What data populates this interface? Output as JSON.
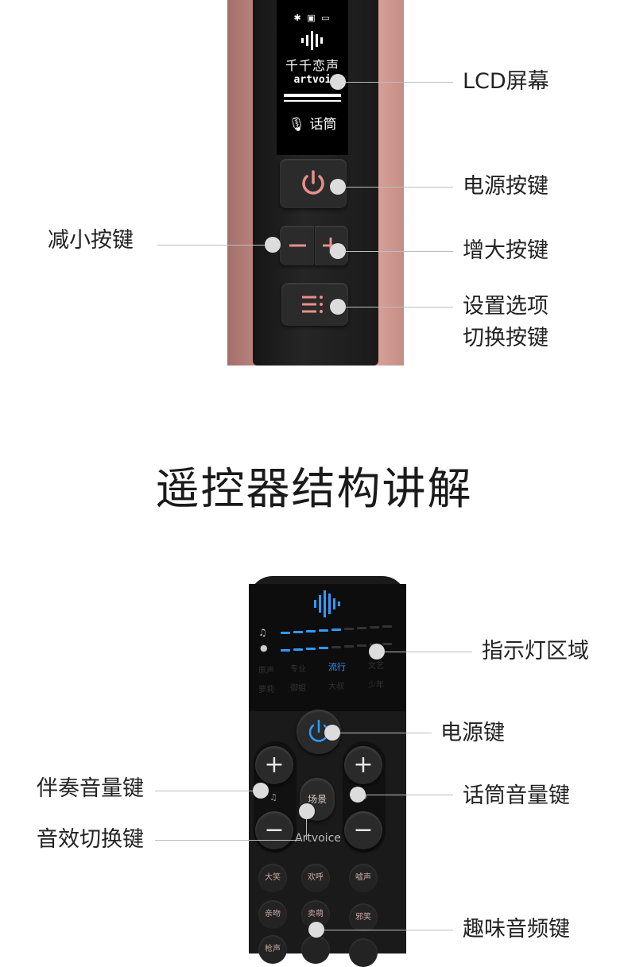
{
  "colors": {
    "accent_blue": "#2f9bff",
    "pink_accent": "#e8908a",
    "line_gray": "#bdbdbd"
  },
  "microphone": {
    "screen": {
      "status_icons": [
        "bluetooth-icon",
        "play-box-icon",
        "battery-icon"
      ],
      "brand_cn": "千千恋声",
      "brand_en": "artvoi",
      "mode_icon": "microphone-icon",
      "mode_label": "话筒"
    },
    "labels": {
      "lcd": "LCD屏幕",
      "power": "电源按键",
      "decrease": "减小按键",
      "increase": "增大按键",
      "settings_line1": "设置选项",
      "settings_line2": "切换按键"
    }
  },
  "section_title": "遥控器结构讲解",
  "remote": {
    "indicator": {
      "rows_icons": [
        "music-note-icon",
        "microphone-icon"
      ],
      "modes": [
        "流行"
      ],
      "modes_dim": [
        "原声",
        "专业",
        "文艺",
        "萝莉",
        "御姐",
        "大叔",
        "少年"
      ]
    },
    "center_key": "场景",
    "brand": "Artvoice",
    "fun_keys": [
      "大笑",
      "欢呼",
      "嘘声",
      "亲吻",
      "卖萌",
      "邪笑",
      "枪声",
      "",
      ""
    ],
    "labels": {
      "indicator": "指示灯区域",
      "power": "电源键",
      "accompaniment": "伴奏音量键",
      "mic_volume": "话筒音量键",
      "effect": "音效切换键",
      "fun_audio": "趣味音频键"
    }
  }
}
